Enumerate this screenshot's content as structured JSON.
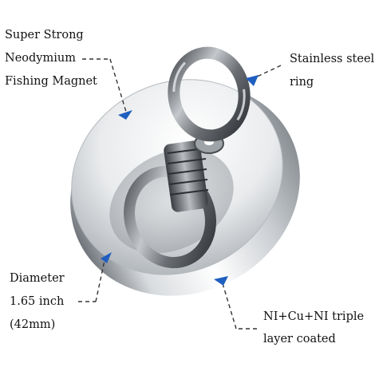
{
  "labels": {
    "top_left": [
      "Super Strong",
      "Neodymium",
      "Fishing Magnet"
    ],
    "top_right": [
      "Stainless steel",
      "ring"
    ],
    "bottom_left": [
      "Diameter",
      "1.65 inch",
      "(42mm)"
    ],
    "bottom_right": [
      "NI+Cu+NI triple",
      "layer coated"
    ]
  },
  "colors": {
    "text": "#111111",
    "arrow": "#1f5fbf",
    "leader": "#333333"
  }
}
